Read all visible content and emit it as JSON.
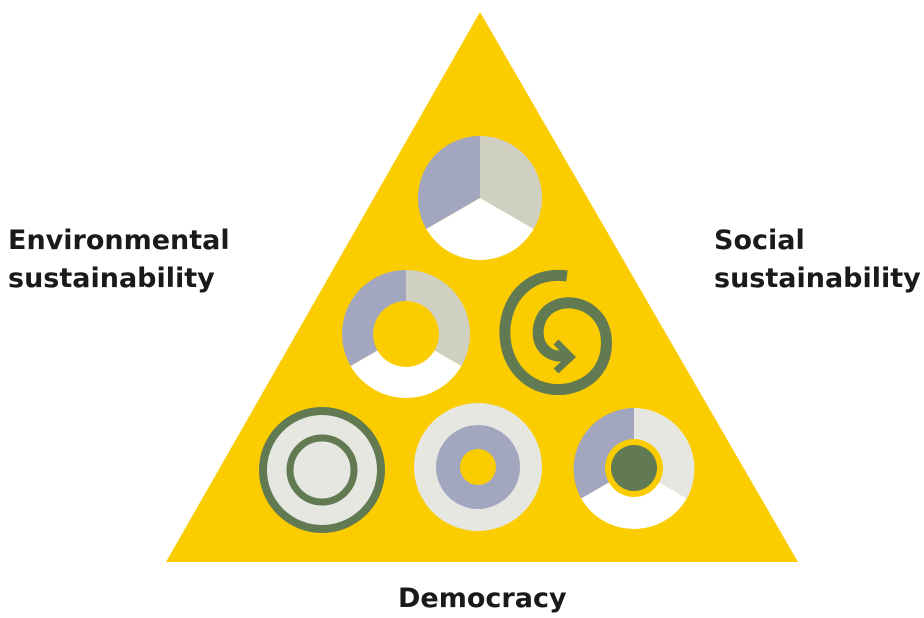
{
  "labels": {
    "environmental": [
      "Environmental",
      "sustainability"
    ],
    "social": [
      "Social",
      "sustainability"
    ],
    "democracy": "Democracy"
  },
  "colors": {
    "triangle": "#fbcc00",
    "lavender": "#a3a6bf",
    "grey": "#cfd0c1",
    "light": "#e7e7e2",
    "white": "#ffffff",
    "green": "#617a52"
  },
  "icons": [
    "three-segment-pie-icon",
    "segmented-ring-icon",
    "spiral-arrow-icon",
    "concentric-rings-icon",
    "donut-icon",
    "ring-with-dot-icon"
  ]
}
